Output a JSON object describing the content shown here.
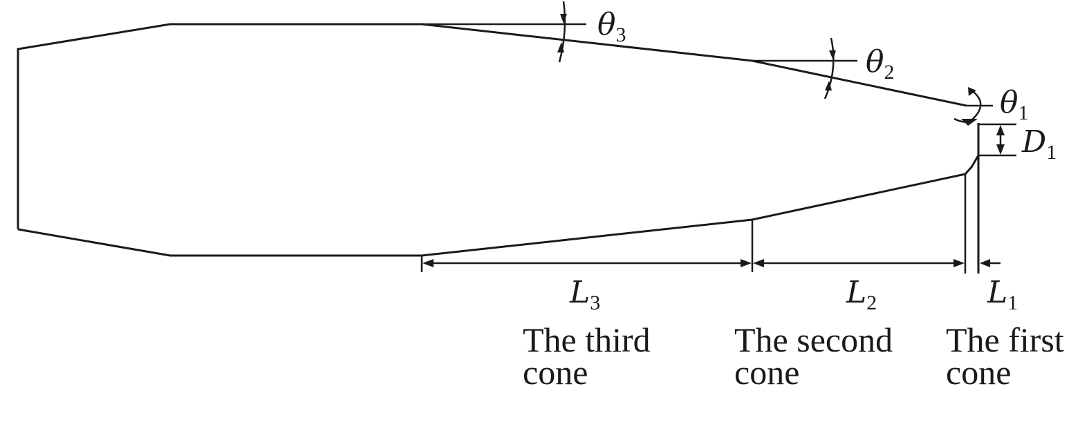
{
  "symbols": {
    "theta3": {
      "main": "θ",
      "sub": "3"
    },
    "theta2": {
      "main": "θ",
      "sub": "2"
    },
    "theta1": {
      "main": "θ",
      "sub": "1"
    },
    "d1": {
      "main": "D",
      "sub": "1"
    },
    "l3": {
      "main": "L",
      "sub": "3"
    },
    "l2": {
      "main": "L",
      "sub": "2"
    },
    "l1": {
      "main": "L",
      "sub": "1"
    }
  },
  "captions": {
    "third_cone": [
      "The third",
      "cone"
    ],
    "second_cone": [
      "The second",
      "cone"
    ],
    "first_cone": [
      "The first",
      "cone"
    ]
  }
}
